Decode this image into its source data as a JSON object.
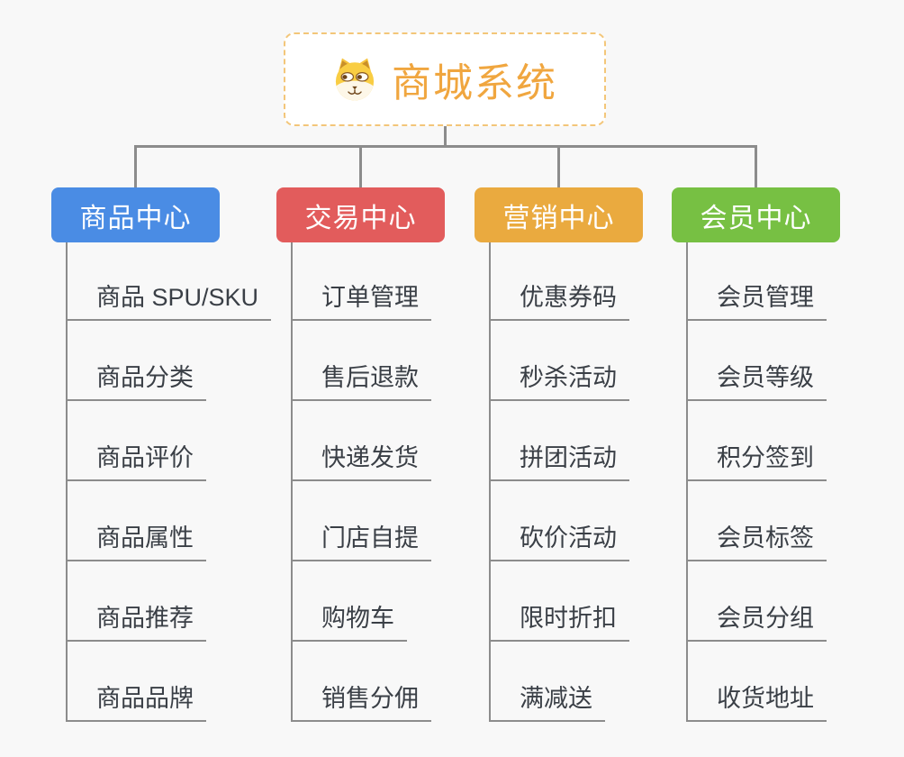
{
  "root": {
    "title": "商城系统",
    "icon": "shiba-dog-icon"
  },
  "colors": {
    "background": "#f8f8f8",
    "root_border": "#f3c679",
    "root_text": "#f0a63f",
    "connector_gray": "#8c8c8c",
    "leaf_text": "#3a3f46",
    "branch_product": "#4a8ce4",
    "branch_trade": "#e25c5c",
    "branch_marketing": "#eaaa3f",
    "branch_member": "#77c043"
  },
  "branches": [
    {
      "label": "商品中心",
      "color": "#4a8ce4",
      "items": [
        "商品 SPU/SKU",
        "商品分类",
        "商品评价",
        "商品属性",
        "商品推荐",
        "商品品牌"
      ]
    },
    {
      "label": "交易中心",
      "color": "#e25c5c",
      "items": [
        "订单管理",
        "售后退款",
        "快递发货",
        "门店自提",
        "购物车",
        "销售分佣"
      ]
    },
    {
      "label": "营销中心",
      "color": "#eaaa3f",
      "items": [
        "优惠券码",
        "秒杀活动",
        "拼团活动",
        "砍价活动",
        "限时折扣",
        "满减送"
      ]
    },
    {
      "label": "会员中心",
      "color": "#77c043",
      "items": [
        "会员管理",
        "会员等级",
        "积分签到",
        "会员标签",
        "会员分组",
        "收货地址"
      ]
    }
  ]
}
